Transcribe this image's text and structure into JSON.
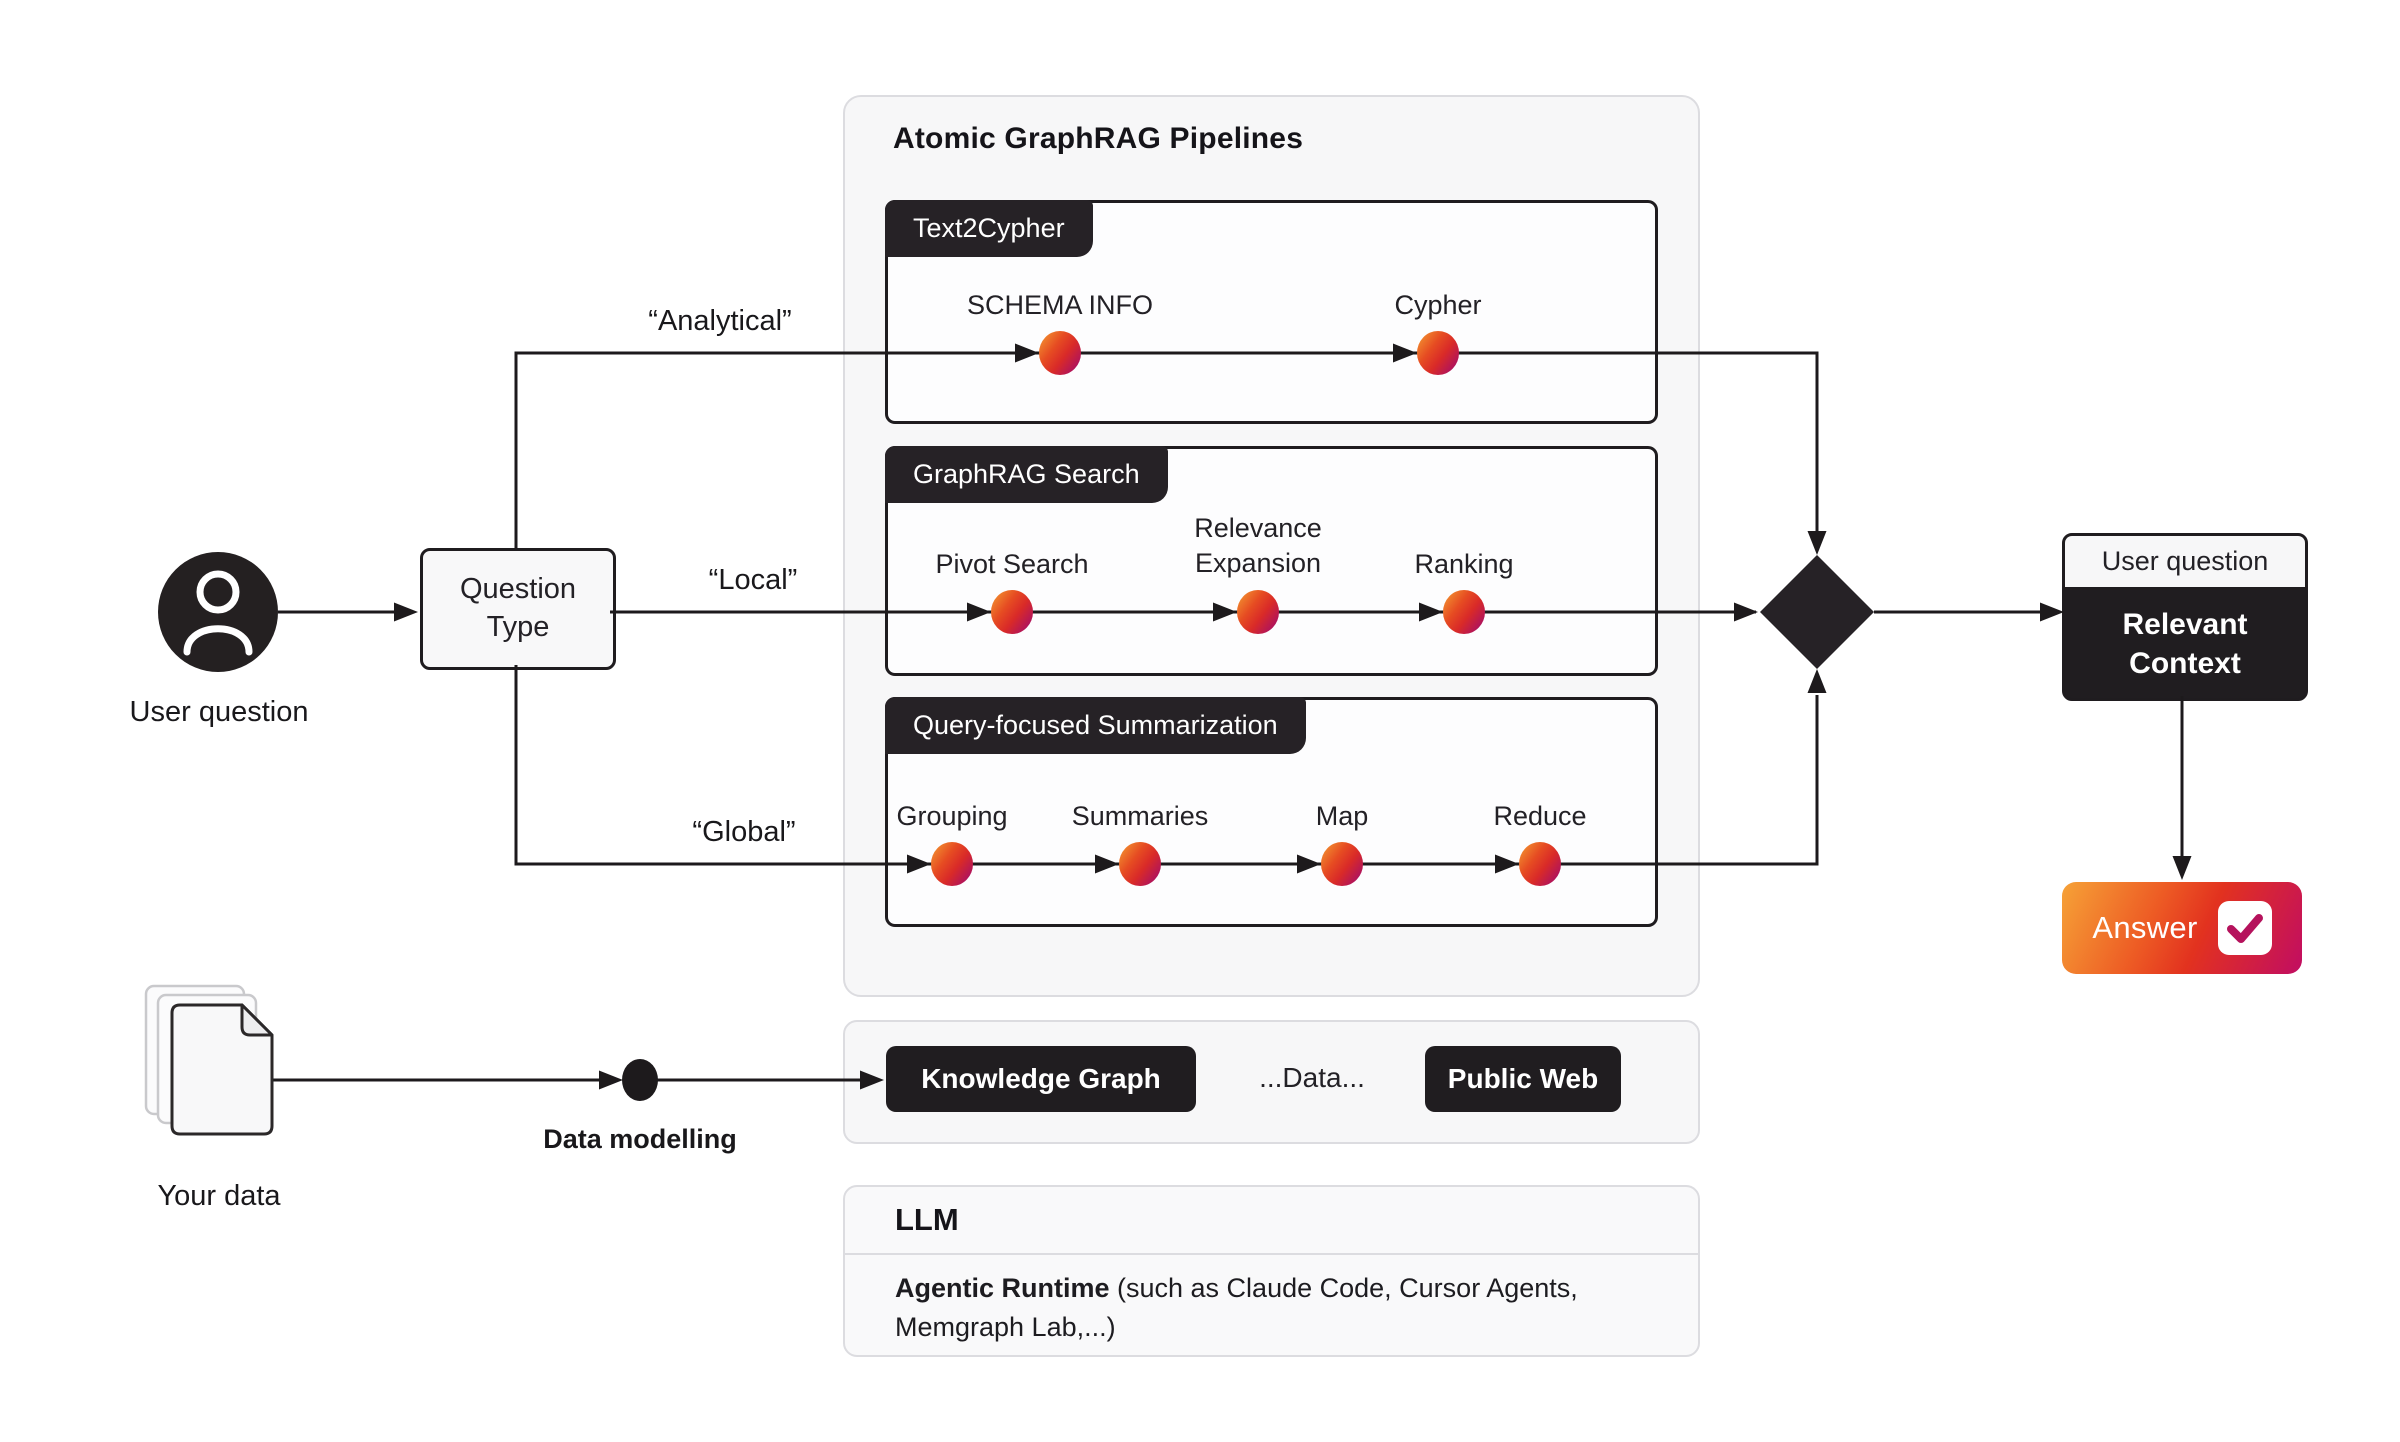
{
  "user": {
    "label": "User question"
  },
  "question_type": {
    "line1": "Question",
    "line2": "Type"
  },
  "edges": {
    "analytical": "“Analytical”",
    "local": "“Local”",
    "global": "“Global”"
  },
  "pipelines": {
    "title": "Atomic GraphRAG Pipelines",
    "text2cypher": {
      "tab": "Text2Cypher",
      "steps": [
        "SCHEMA INFO",
        "Cypher"
      ]
    },
    "graphrag_search": {
      "tab": "GraphRAG Search",
      "steps": [
        "Pivot Search",
        "Relevance Expansion",
        "Ranking"
      ]
    },
    "query_summarization": {
      "tab": "Query-focused Summarization",
      "steps": [
        "Grouping",
        "Summaries",
        "Map",
        "Reduce"
      ]
    }
  },
  "context": {
    "header": "User question",
    "line1": "Relevant",
    "line2": "Context"
  },
  "answer": {
    "label": "Answer"
  },
  "data_layer": {
    "knowledge_graph": "Knowledge Graph",
    "ellipsis": "...Data...",
    "public_web": "Public Web"
  },
  "ingest": {
    "your_data": "Your data",
    "data_modelling": "Data modelling"
  },
  "llm": {
    "title": "LLM",
    "runtime_title": "Agentic Runtime",
    "runtime_detail": " (such as Claude Code, Cursor Agents, Memgraph Lab,...)"
  },
  "colors": {
    "dark": "#201d20",
    "panel_bg": "#f7f7f8",
    "panel_border": "#dcdce0",
    "node_gradient_start": "#f5a033",
    "node_gradient_mid": "#e64c22",
    "node_gradient_end": "#a80f66",
    "check": "#b5125c"
  }
}
